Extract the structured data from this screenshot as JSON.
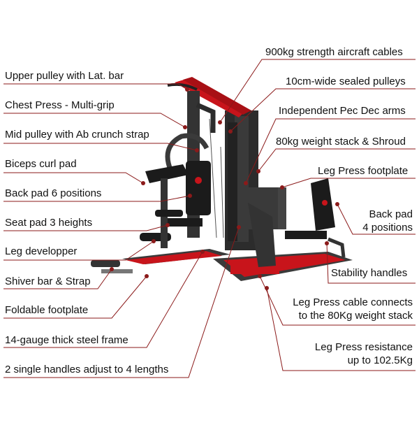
{
  "colors": {
    "frame": "#2f2f2f",
    "accent": "#c8141b",
    "pad": "#1b1b1b",
    "leader": "#8b1a1a"
  },
  "labels": {
    "upper_pulley": "Upper pulley with Lat. bar",
    "chest_press": "Chest Press - Multi-grip",
    "mid_pulley": "Mid pulley with Ab crunch strap",
    "biceps_pad": "Biceps curl pad",
    "back_pad": "Back pad 6 positions",
    "seat_pad": "Seat pad 3 heights",
    "leg_developper": "Leg developper",
    "shiver_bar": "Shiver bar & Strap",
    "footplate": "Foldable footplate",
    "steel_frame": "14-gauge thick steel frame",
    "handles": "2 single handles adjust to 4 lengths",
    "cables": "900kg strength aircraft cables",
    "pulleys": "10cm-wide sealed pulleys",
    "pec_dec": "Independent Pec Dec arms",
    "weight_stack": "80kg weight stack & Shroud",
    "leg_press_footplate": "Leg Press footplate",
    "back_pad_positions_1": "Back pad",
    "back_pad_positions_2": "4 positions",
    "stability_handles": "Stability handles",
    "cable_connects_1": "Leg Press cable connects",
    "cable_connects_2": "to the 80Kg weight stack",
    "resistance_1": "Leg Press resistance",
    "resistance_2": "up to 102.5Kg"
  }
}
